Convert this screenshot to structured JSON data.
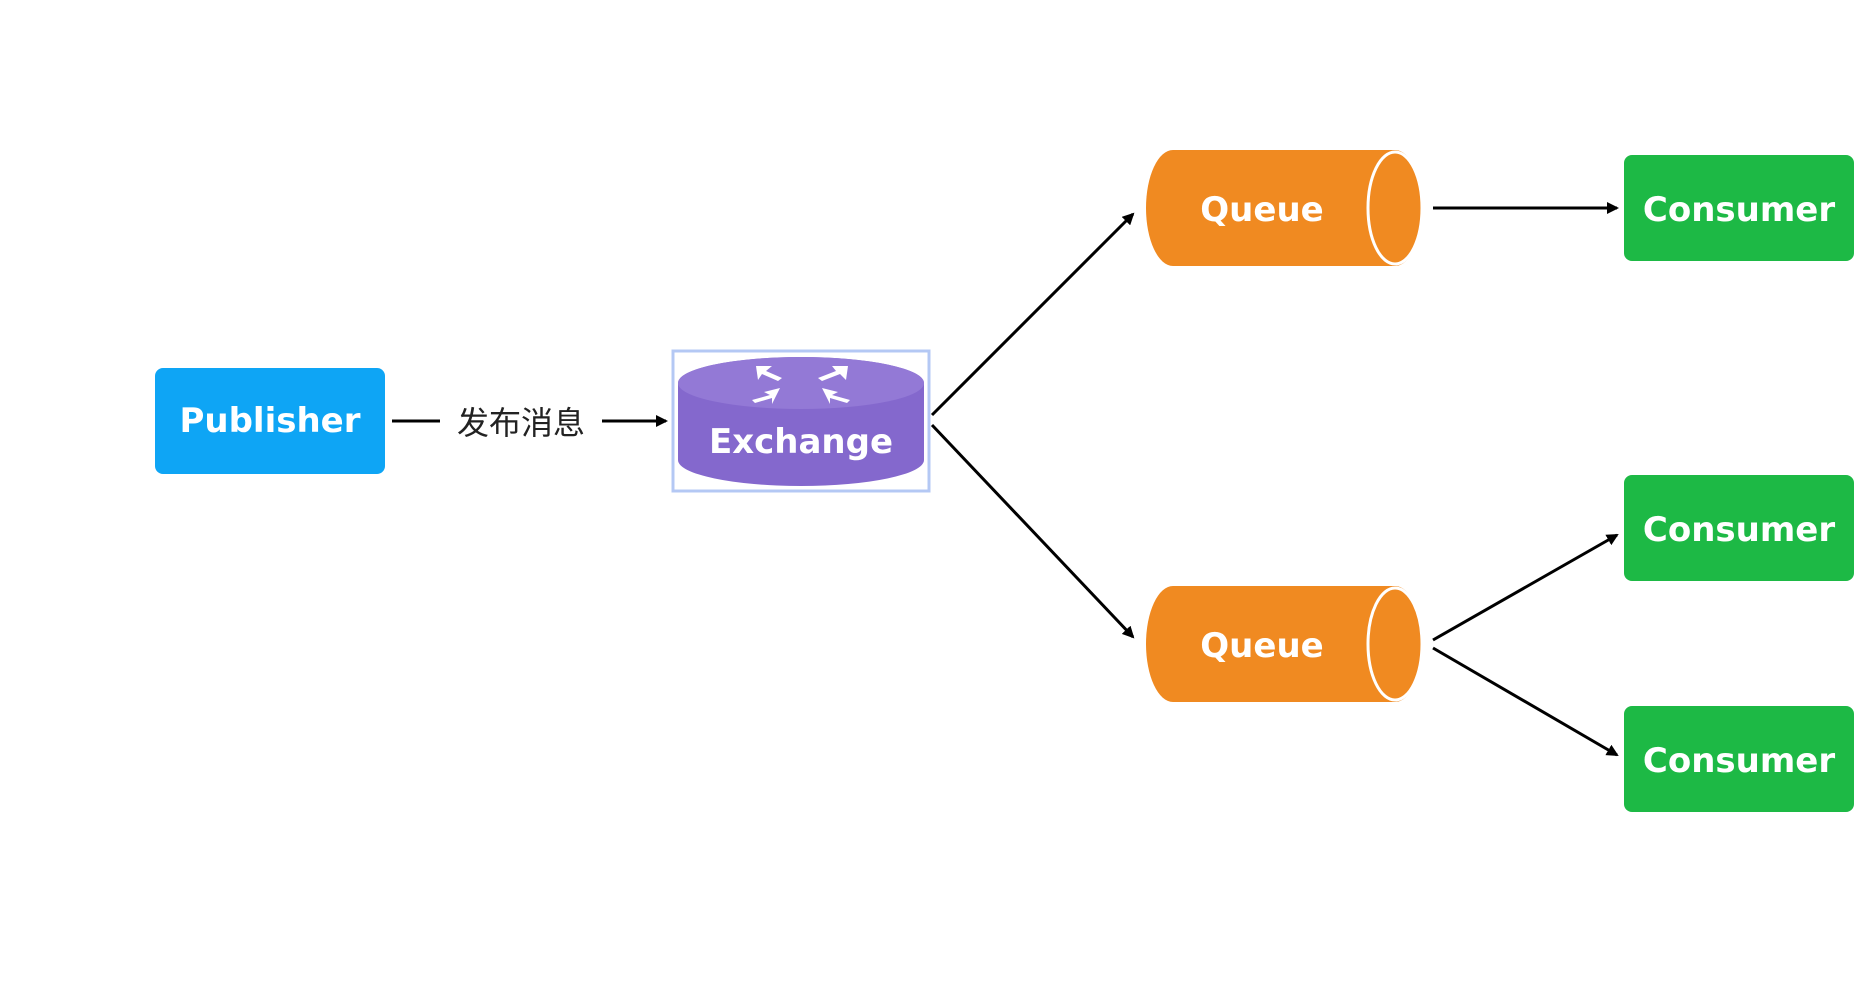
{
  "colors": {
    "publisher": "#0EA5F5",
    "exchange": "#8468CD",
    "exchange_top": "#9379D6",
    "exchange_selection": "#B4C8F4",
    "queue": "#F08A21",
    "consumer": "#1DB945",
    "arrow": "#000000",
    "text_on_node": "#FFFFFF"
  },
  "nodes": {
    "publisher": {
      "label": "Publisher"
    },
    "exchange": {
      "label": "Exchange",
      "icon": "router-icon"
    },
    "queue_1": {
      "label": "Queue"
    },
    "queue_2": {
      "label": "Queue"
    },
    "consumer_1": {
      "label": "Consumer"
    },
    "consumer_2": {
      "label": "Consumer"
    },
    "consumer_3": {
      "label": "Consumer"
    }
  },
  "edges": {
    "publish": {
      "label": "发布消息"
    }
  }
}
